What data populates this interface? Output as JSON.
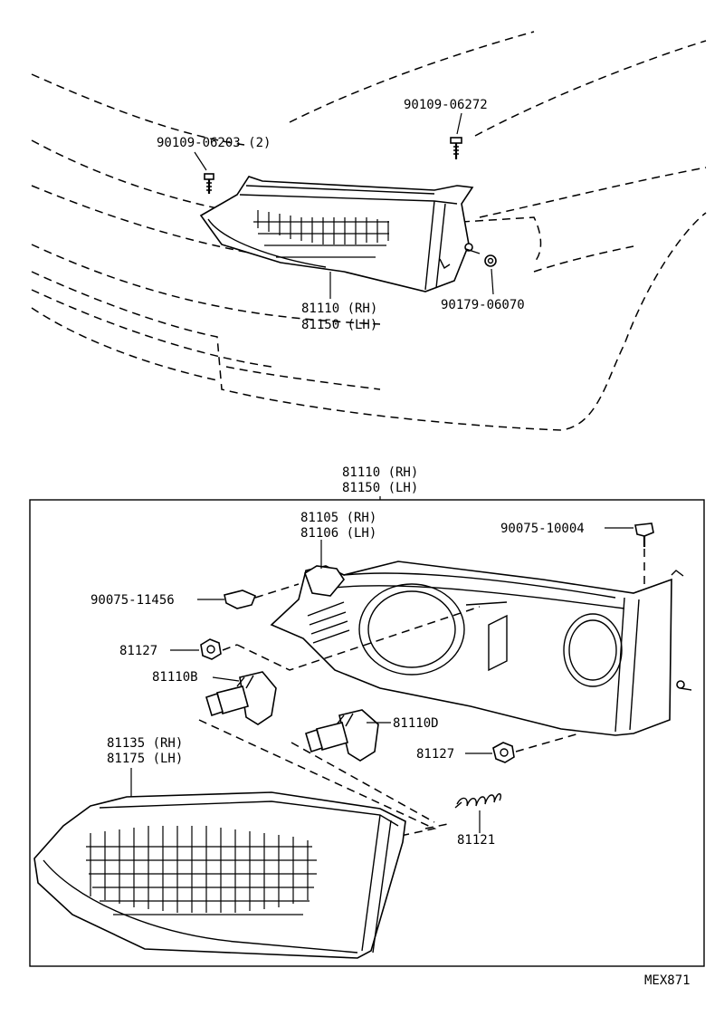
{
  "labels": {
    "p90109_06203": "90109-06203 (2)",
    "p90109_06272": "90109-06272",
    "p81110_rh_top": "81110 (RH)",
    "p81150_lh_top": "81150 (LH)",
    "p90179_06070": "90179-06070",
    "p81110_rh_box": "81110 (RH)",
    "p81150_lh_box": "81150 (LH)",
    "p81105_rh": "81105 (RH)",
    "p81106_lh": "81106 (LH)",
    "p90075_10004": "90075-10004",
    "p90075_11456": "90075-11456",
    "p81127_a": "81127",
    "p81110b": "81110B",
    "p81110d": "81110D",
    "p81127_b": "81127",
    "p81135_rh": "81135 (RH)",
    "p81175_lh": "81175 (LH)",
    "p81121": "81121",
    "diagram_code": "MEX871"
  }
}
